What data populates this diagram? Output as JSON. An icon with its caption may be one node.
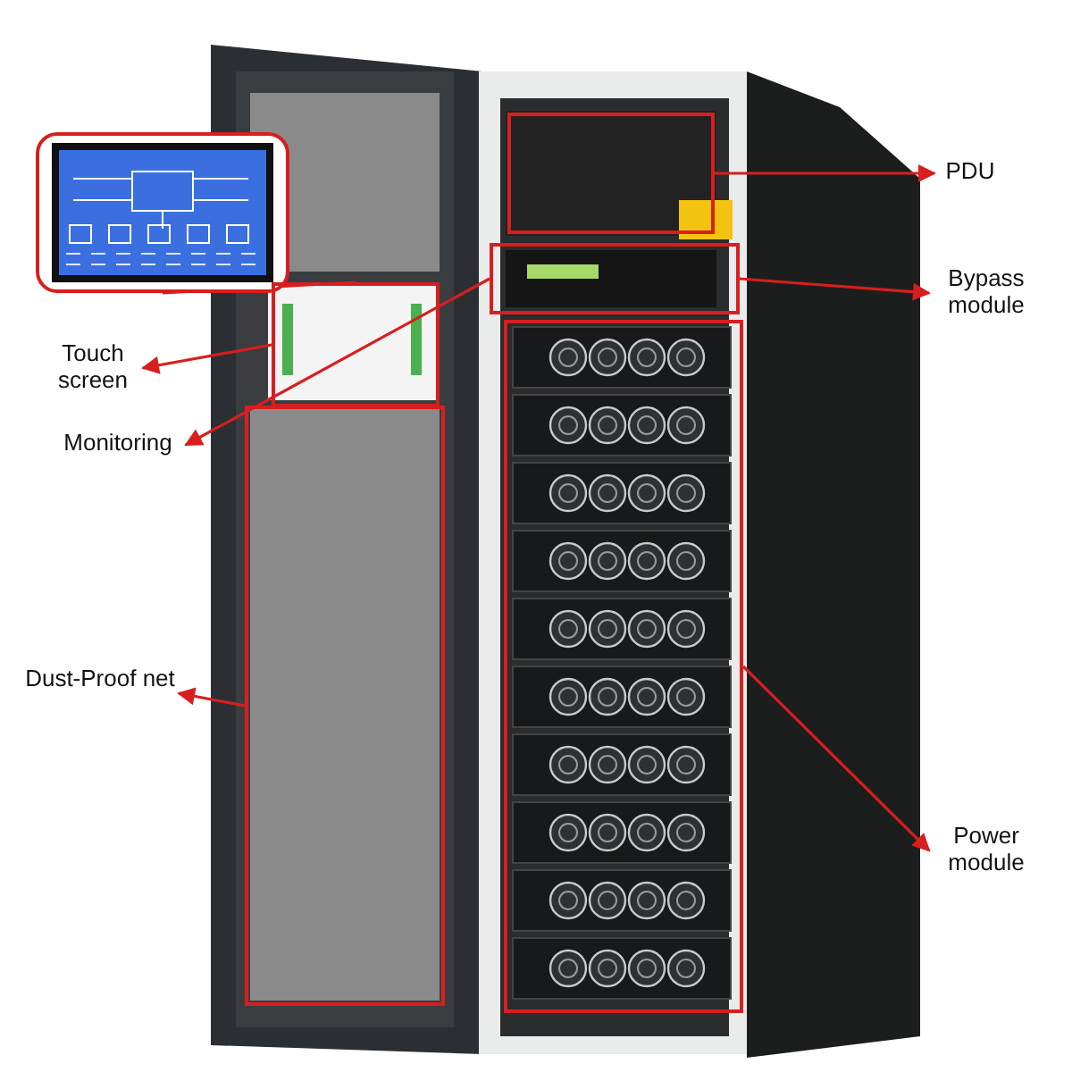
{
  "diagram": {
    "nodes": [
      {
        "text": [
          "PDU"
        ]
      },
      {
        "text": [
          "Bypass module"
        ]
      },
      {
        "text": [
          "Touch screen"
        ]
      },
      {
        "text": [
          "Monitoring"
        ]
      },
      {
        "text": [
          "Dust-Proof net"
        ]
      },
      {
        "text": [
          "Power module"
        ]
      },
      {
        "text": [],
        "shape": "picture"
      },
      {
        "text": [],
        "shape": "box"
      },
      {
        "text": [],
        "shape": "box"
      },
      {
        "text": [],
        "shape": "box"
      },
      {
        "text": [],
        "shape": "box"
      },
      {
        "text": [],
        "shape": "box"
      }
    ],
    "edges": [
      {
        "from": 8,
        "to": 0,
        "arrow": "to"
      },
      {
        "from": 9,
        "to": 1,
        "arrow": "to"
      },
      {
        "from": 7,
        "to": 2,
        "arrow": "to"
      },
      {
        "from": 9,
        "to": 3,
        "arrow": "to"
      },
      {
        "from": 10,
        "to": 4,
        "arrow": "to"
      },
      {
        "from": 11,
        "to": 5,
        "arrow": "to"
      },
      {
        "from": 7,
        "to": 6,
        "arrow": "none"
      }
    ]
  }
}
